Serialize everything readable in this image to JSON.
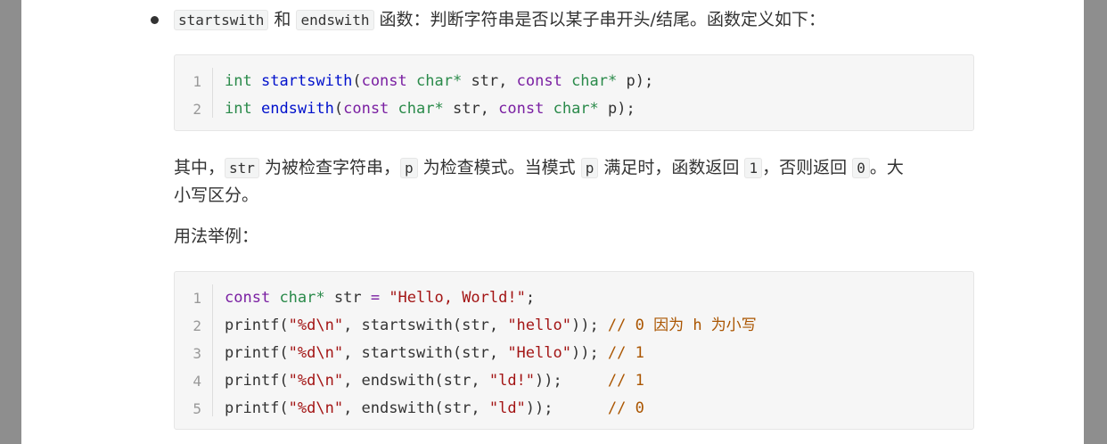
{
  "bullet": {
    "func1": "startswith",
    "conj": "和",
    "func2": "endswith",
    "text": "函数：判断字符串是否以某子串开头/结尾。函数定义如下："
  },
  "code1": {
    "line_numbers": [
      "1",
      "2"
    ],
    "lines": [
      [
        {
          "t": "int",
          "c": "ty"
        },
        {
          "t": " ",
          "c": ""
        },
        {
          "t": "startswith",
          "c": "fn"
        },
        {
          "t": "(",
          "c": ""
        },
        {
          "t": "const",
          "c": "kw"
        },
        {
          "t": " ",
          "c": ""
        },
        {
          "t": "char*",
          "c": "ty"
        },
        {
          "t": " str, ",
          "c": ""
        },
        {
          "t": "const",
          "c": "kw"
        },
        {
          "t": " ",
          "c": ""
        },
        {
          "t": "char*",
          "c": "ty"
        },
        {
          "t": " p);",
          "c": ""
        }
      ],
      [
        {
          "t": "int",
          "c": "ty"
        },
        {
          "t": " ",
          "c": ""
        },
        {
          "t": "endswith",
          "c": "fn"
        },
        {
          "t": "(",
          "c": ""
        },
        {
          "t": "const",
          "c": "kw"
        },
        {
          "t": " ",
          "c": ""
        },
        {
          "t": "char*",
          "c": "ty"
        },
        {
          "t": " str, ",
          "c": ""
        },
        {
          "t": "const",
          "c": "kw"
        },
        {
          "t": " ",
          "c": ""
        },
        {
          "t": "char*",
          "c": "ty"
        },
        {
          "t": " p);",
          "c": ""
        }
      ]
    ]
  },
  "para1": {
    "part_a": "其中，",
    "code_str": "str",
    "part_b": "为被检查字符串，",
    "code_p": "p",
    "part_c": "为检查模式。当模式",
    "code_p2": "p",
    "part_d": "满足时，函数返回",
    "code_1": "1",
    "part_e": "，否则返回",
    "code_0": "0",
    "part_f": "。大",
    "line2": "小写区分。"
  },
  "usage_label": "用法举例：",
  "code2": {
    "line_numbers": [
      "1",
      "2",
      "3",
      "4",
      "5"
    ],
    "lines": [
      [
        {
          "t": "const",
          "c": "kw"
        },
        {
          "t": " ",
          "c": ""
        },
        {
          "t": "char*",
          "c": "ty"
        },
        {
          "t": " str ",
          "c": ""
        },
        {
          "t": "=",
          "c": "kw"
        },
        {
          "t": " ",
          "c": ""
        },
        {
          "t": "\"Hello, World!\"",
          "c": "st"
        },
        {
          "t": ";",
          "c": ""
        }
      ],
      [
        {
          "t": "printf(",
          "c": ""
        },
        {
          "t": "\"%d\\n\"",
          "c": "st"
        },
        {
          "t": ", startswith(str, ",
          "c": ""
        },
        {
          "t": "\"hello\"",
          "c": "st"
        },
        {
          "t": ")); ",
          "c": ""
        },
        {
          "t": "// 0 因为 h 为小写",
          "c": "cm"
        }
      ],
      [
        {
          "t": "printf(",
          "c": ""
        },
        {
          "t": "\"%d\\n\"",
          "c": "st"
        },
        {
          "t": ", startswith(str, ",
          "c": ""
        },
        {
          "t": "\"Hello\"",
          "c": "st"
        },
        {
          "t": ")); ",
          "c": ""
        },
        {
          "t": "// 1",
          "c": "cm"
        }
      ],
      [
        {
          "t": "printf(",
          "c": ""
        },
        {
          "t": "\"%d\\n\"",
          "c": "st"
        },
        {
          "t": ", endswith(str, ",
          "c": ""
        },
        {
          "t": "\"ld!\"",
          "c": "st"
        },
        {
          "t": "));     ",
          "c": ""
        },
        {
          "t": "// 1",
          "c": "cm"
        }
      ],
      [
        {
          "t": "printf(",
          "c": ""
        },
        {
          "t": "\"%d\\n\"",
          "c": "st"
        },
        {
          "t": ", endswith(str, ",
          "c": ""
        },
        {
          "t": "\"ld\"",
          "c": "st"
        },
        {
          "t": "));      ",
          "c": ""
        },
        {
          "t": "// 0",
          "c": "cm"
        }
      ]
    ]
  }
}
